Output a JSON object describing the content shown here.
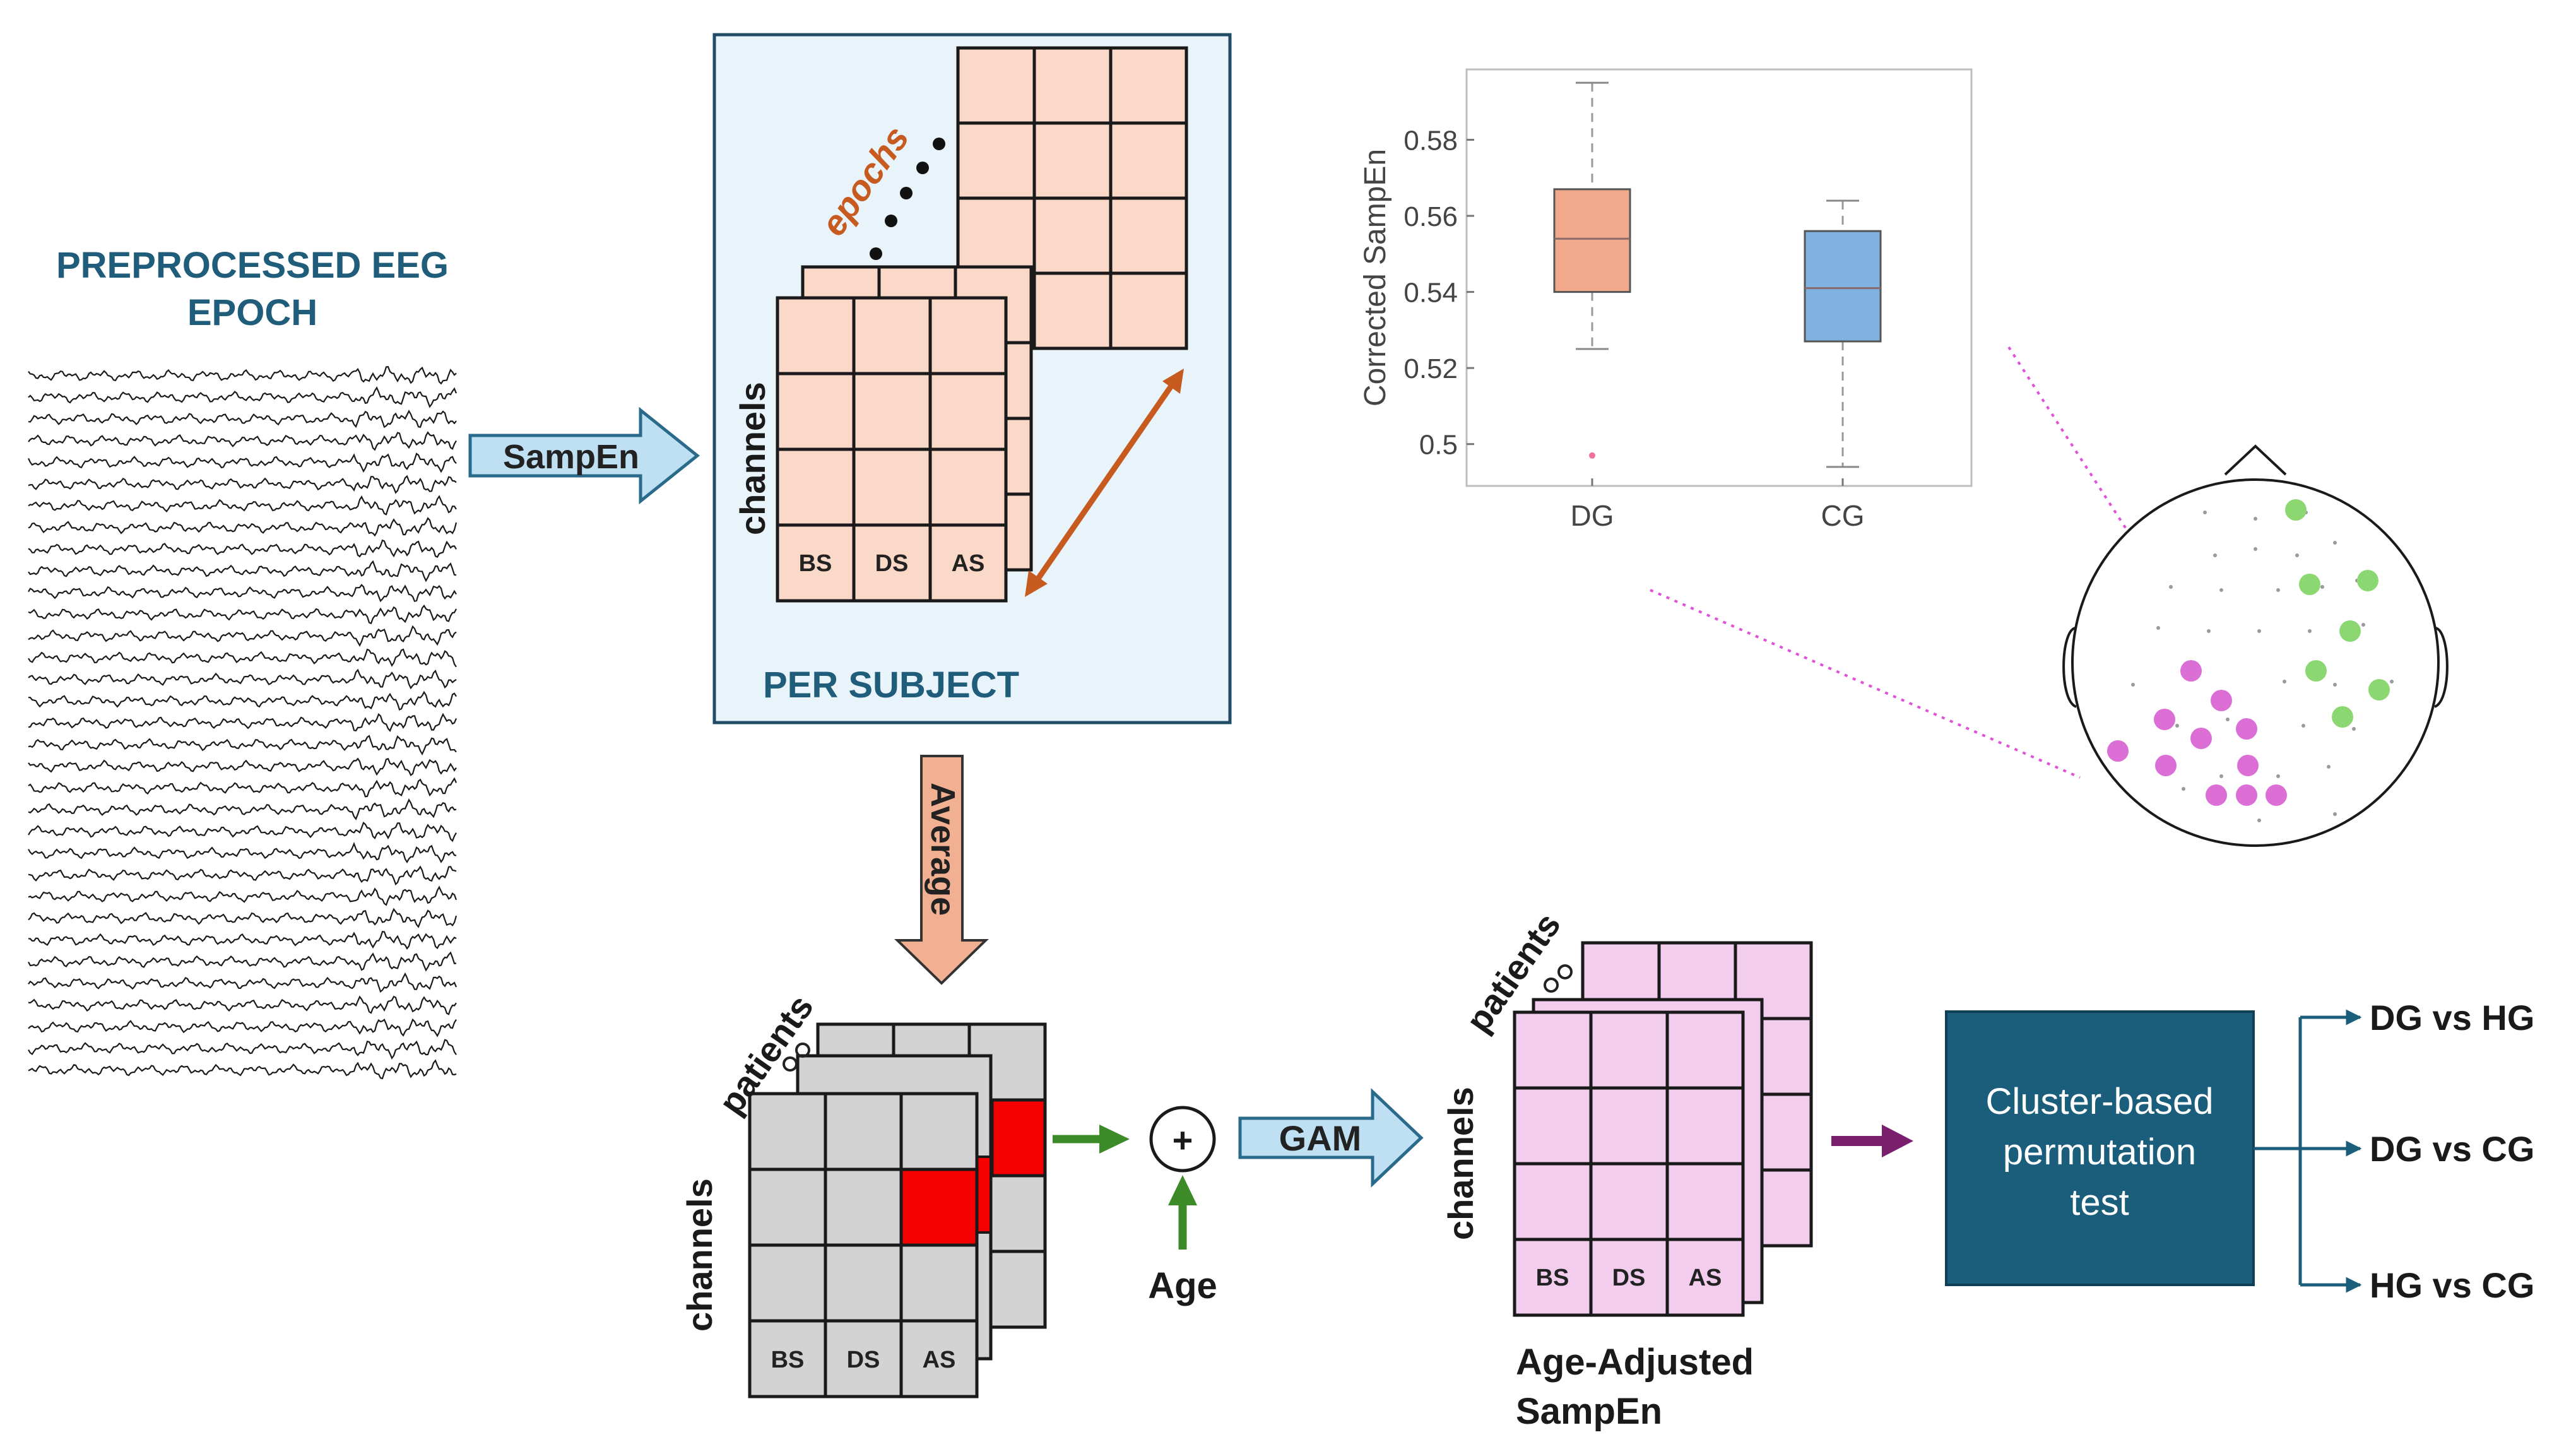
{
  "eeg": {
    "title_line1": "PREPROCESSED EEG",
    "title_line2": "EPOCH",
    "trace_count": 33
  },
  "arrows": {
    "sampen": "SampEn",
    "average": "Average",
    "gam": "GAM",
    "age": "Age",
    "plus": "+"
  },
  "subject_panel": {
    "title": "PER SUBJECT",
    "epochs_label": "epochs",
    "channels_label": "channels",
    "columns": [
      "BS",
      "DS",
      "AS"
    ]
  },
  "patients_stack": {
    "patients_label": "patients",
    "channels_label": "channels",
    "columns": [
      "BS",
      "DS",
      "AS"
    ]
  },
  "adjusted_stack": {
    "patients_label": "patients",
    "channels_label": "channels",
    "columns": [
      "BS",
      "DS",
      "AS"
    ],
    "caption_line1": "Age-Adjusted",
    "caption_line2": "SampEn"
  },
  "permutation": {
    "line1": "Cluster-based",
    "line2": "permutation",
    "line3": "test"
  },
  "comparisons": [
    "DG vs HG",
    "DG vs CG",
    "HG vs CG"
  ],
  "chart_data": {
    "type": "box",
    "ylabel": "Corrected SampEn",
    "categories": [
      "DG",
      "CG"
    ],
    "yticks": [
      0.5,
      0.52,
      0.54,
      0.56,
      0.58
    ],
    "ylim": [
      0.489,
      0.5985
    ],
    "series": [
      {
        "category": "DG",
        "whisker_low": 0.525,
        "q1": 0.54,
        "median": 0.554,
        "q3": 0.567,
        "whisker_high": 0.595,
        "outliers": [
          0.497
        ],
        "color": "#f0a98a"
      },
      {
        "category": "CG",
        "whisker_low": 0.494,
        "q1": 0.527,
        "median": 0.541,
        "q3": 0.556,
        "whisker_high": 0.564,
        "outliers": [],
        "color": "#7fb2e0"
      }
    ]
  },
  "colors": {
    "title_teal": "#1f5d7a",
    "sampen_arrow": "#bfe0f2",
    "average_arrow": "#f2b093",
    "epoch_orange": "#c75a1e",
    "cell_peach": "#fbd9c9",
    "cell_gray": "#d3d3d3",
    "cell_red": "#f50000",
    "cell_pink": "#f2cdee",
    "green": "#3c8a28",
    "purple": "#7a1f6b",
    "perm_box": "#1b5e7c",
    "dot_pink": "#dc6fd6",
    "dot_green": "#8bd873"
  }
}
